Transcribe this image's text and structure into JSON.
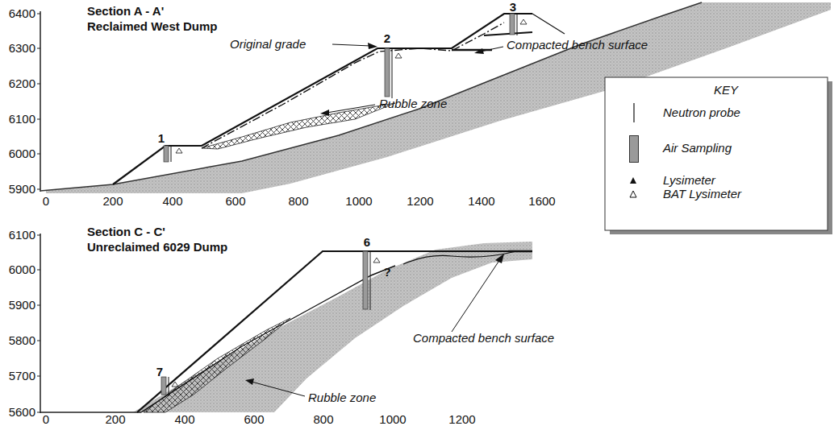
{
  "diagram": {
    "labels": [
      "Section A - A'",
      "Reclaimed West Dump",
      "Original grade",
      "Compacted bench surface",
      "Rubble zone",
      "1",
      "2",
      "3",
      "6400",
      "6300",
      "6200",
      "6100",
      "6000",
      "5900",
      "0",
      "200",
      "400",
      "600",
      "800",
      "1000",
      "1200",
      "1400",
      "1600",
      "Section C - C'",
      "Unreclaimed 6029 Dump",
      "6",
      "?",
      "7",
      "Compacted bench surface",
      "Rubble zone",
      "6100",
      "6000",
      "5900",
      "5800",
      "5700",
      "5600",
      "0",
      "200",
      "400",
      "600",
      "800",
      "1000",
      "1200",
      "KEY"
    ],
    "legend": [
      {
        "text": "Neutron probe"
      },
      {
        "text": "Air Sampling",
        "color": "#9a9a9a"
      },
      {
        "text": "Lysimeter"
      },
      {
        "text": "BAT Lysimeter"
      }
    ]
  }
}
